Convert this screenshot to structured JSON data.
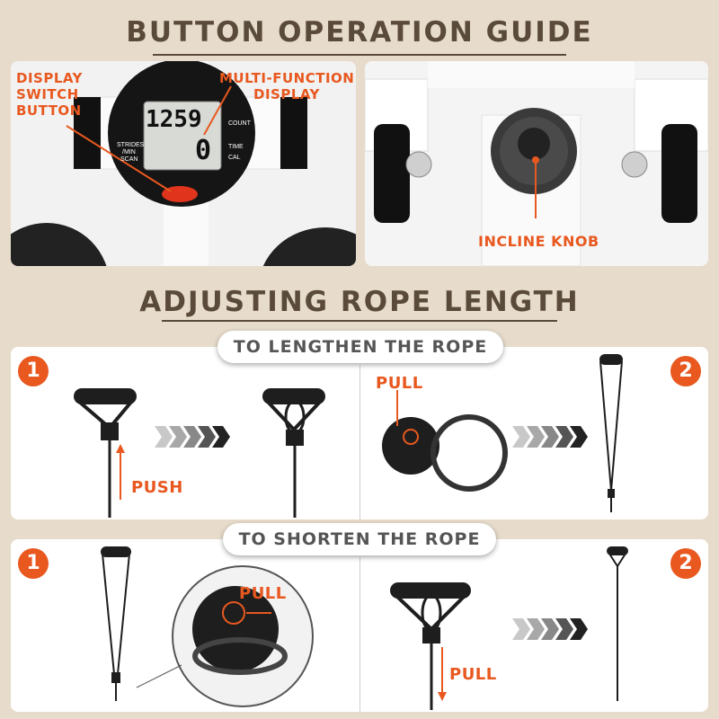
{
  "headings": {
    "button_guide": "BUTTON OPERATION GUIDE",
    "rope_length": "ADJUSTING  ROPE  LENGTH"
  },
  "display_panel": {
    "switch_label": [
      "DISPLAY",
      "SWITCH",
      "BUTTON"
    ],
    "multi_label": [
      "MULTI-FUNCTION",
      "DISPLAY"
    ],
    "lcd_top": "1259",
    "lcd_bottom": "0",
    "left_text": [
      "STRIDES",
      "/MIN",
      "SCAN"
    ],
    "right_text": [
      "COUNT",
      "TIME",
      "CAL"
    ]
  },
  "knob_panel": {
    "label": "INCLINE KNOB"
  },
  "lengthen": {
    "title": "TO LENGTHEN THE ROPE",
    "step1": "1",
    "step2": "2",
    "push": "PUSH",
    "pull": "PULL"
  },
  "shorten": {
    "title": "TO SHORTEN THE ROPE",
    "step1": "1",
    "step2": "2",
    "pull_top": "PULL",
    "pull_bottom": "PULL"
  },
  "colors": {
    "accent": "#e8581f",
    "background": "#e7dccb",
    "heading": "#5a4a3a"
  }
}
